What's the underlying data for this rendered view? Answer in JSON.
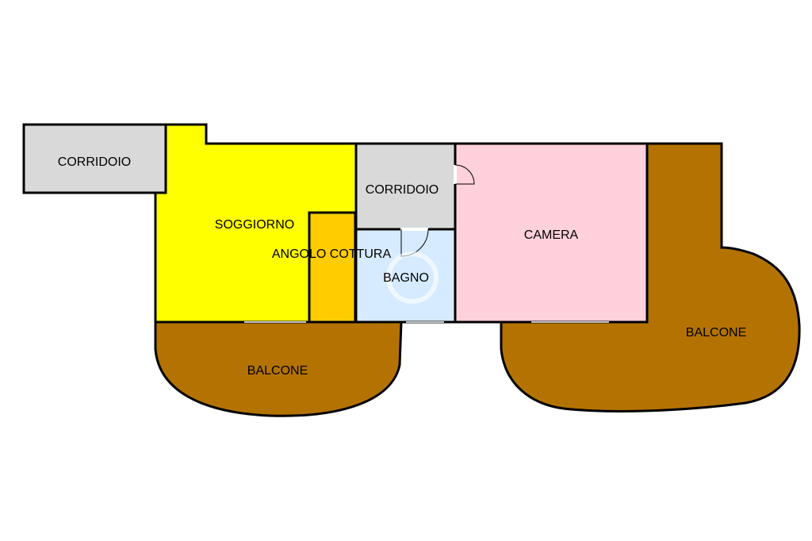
{
  "colors": {
    "corridoio": "#d9d9d9",
    "soggiorno": "#ffff00",
    "angolo_cottura": "#ffcc00",
    "bagno": "#d6ebff",
    "camera": "#ffd1dc",
    "balcone": "#b47300",
    "wall": "#000000",
    "background": "#ffffff"
  },
  "rooms": {
    "corridoio_left": {
      "label": "CORRIDOIO"
    },
    "soggiorno": {
      "label": "SOGGIORNO"
    },
    "angolo_cottura": {
      "label": "ANGOLO COTTURA"
    },
    "corridoio_center": {
      "label": "CORRIDOIO"
    },
    "bagno": {
      "label": "BAGNO"
    },
    "camera": {
      "label": "CAMERA"
    },
    "balcone_left": {
      "label": "BALCONE"
    },
    "balcone_right": {
      "label": "BALCONE"
    }
  }
}
